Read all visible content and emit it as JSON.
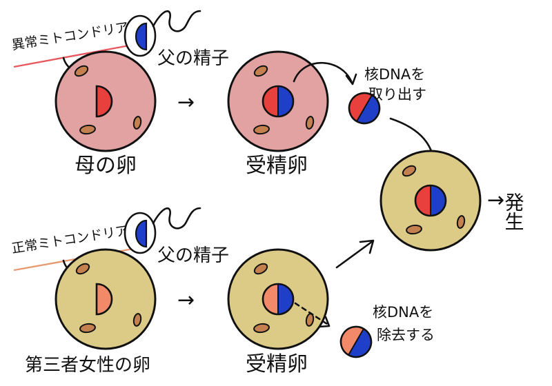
{
  "colors": {
    "abnormal_egg": "#e3a2a2",
    "normal_egg": "#dccb87",
    "nucleus_red": "#e8413d",
    "nucleus_salmon": "#f28a6a",
    "nucleus_blue": "#1f3fc8",
    "mitochondria": "#c4814f",
    "underline_abnormal": "#e8585f",
    "underline_normal": "#e79a72"
  },
  "labels": {
    "abnormal_mito": "異常ミトコンドリア",
    "normal_mito": "正常ミトコンドリア",
    "father_sperm_top": "父の精子",
    "father_sperm_bottom": "父の精子",
    "mother_egg": "母の卵",
    "fertilized_top": "受精卵",
    "fertilized_bottom": "受精卵",
    "third_party_egg": "第三者女性の卵",
    "extract_line1": "核DNAを",
    "extract_line2": "取り出す",
    "remove_line1": "核DNAを",
    "remove_line2": "除去する",
    "development": "発生"
  },
  "arrows": {
    "glyph": "→"
  }
}
